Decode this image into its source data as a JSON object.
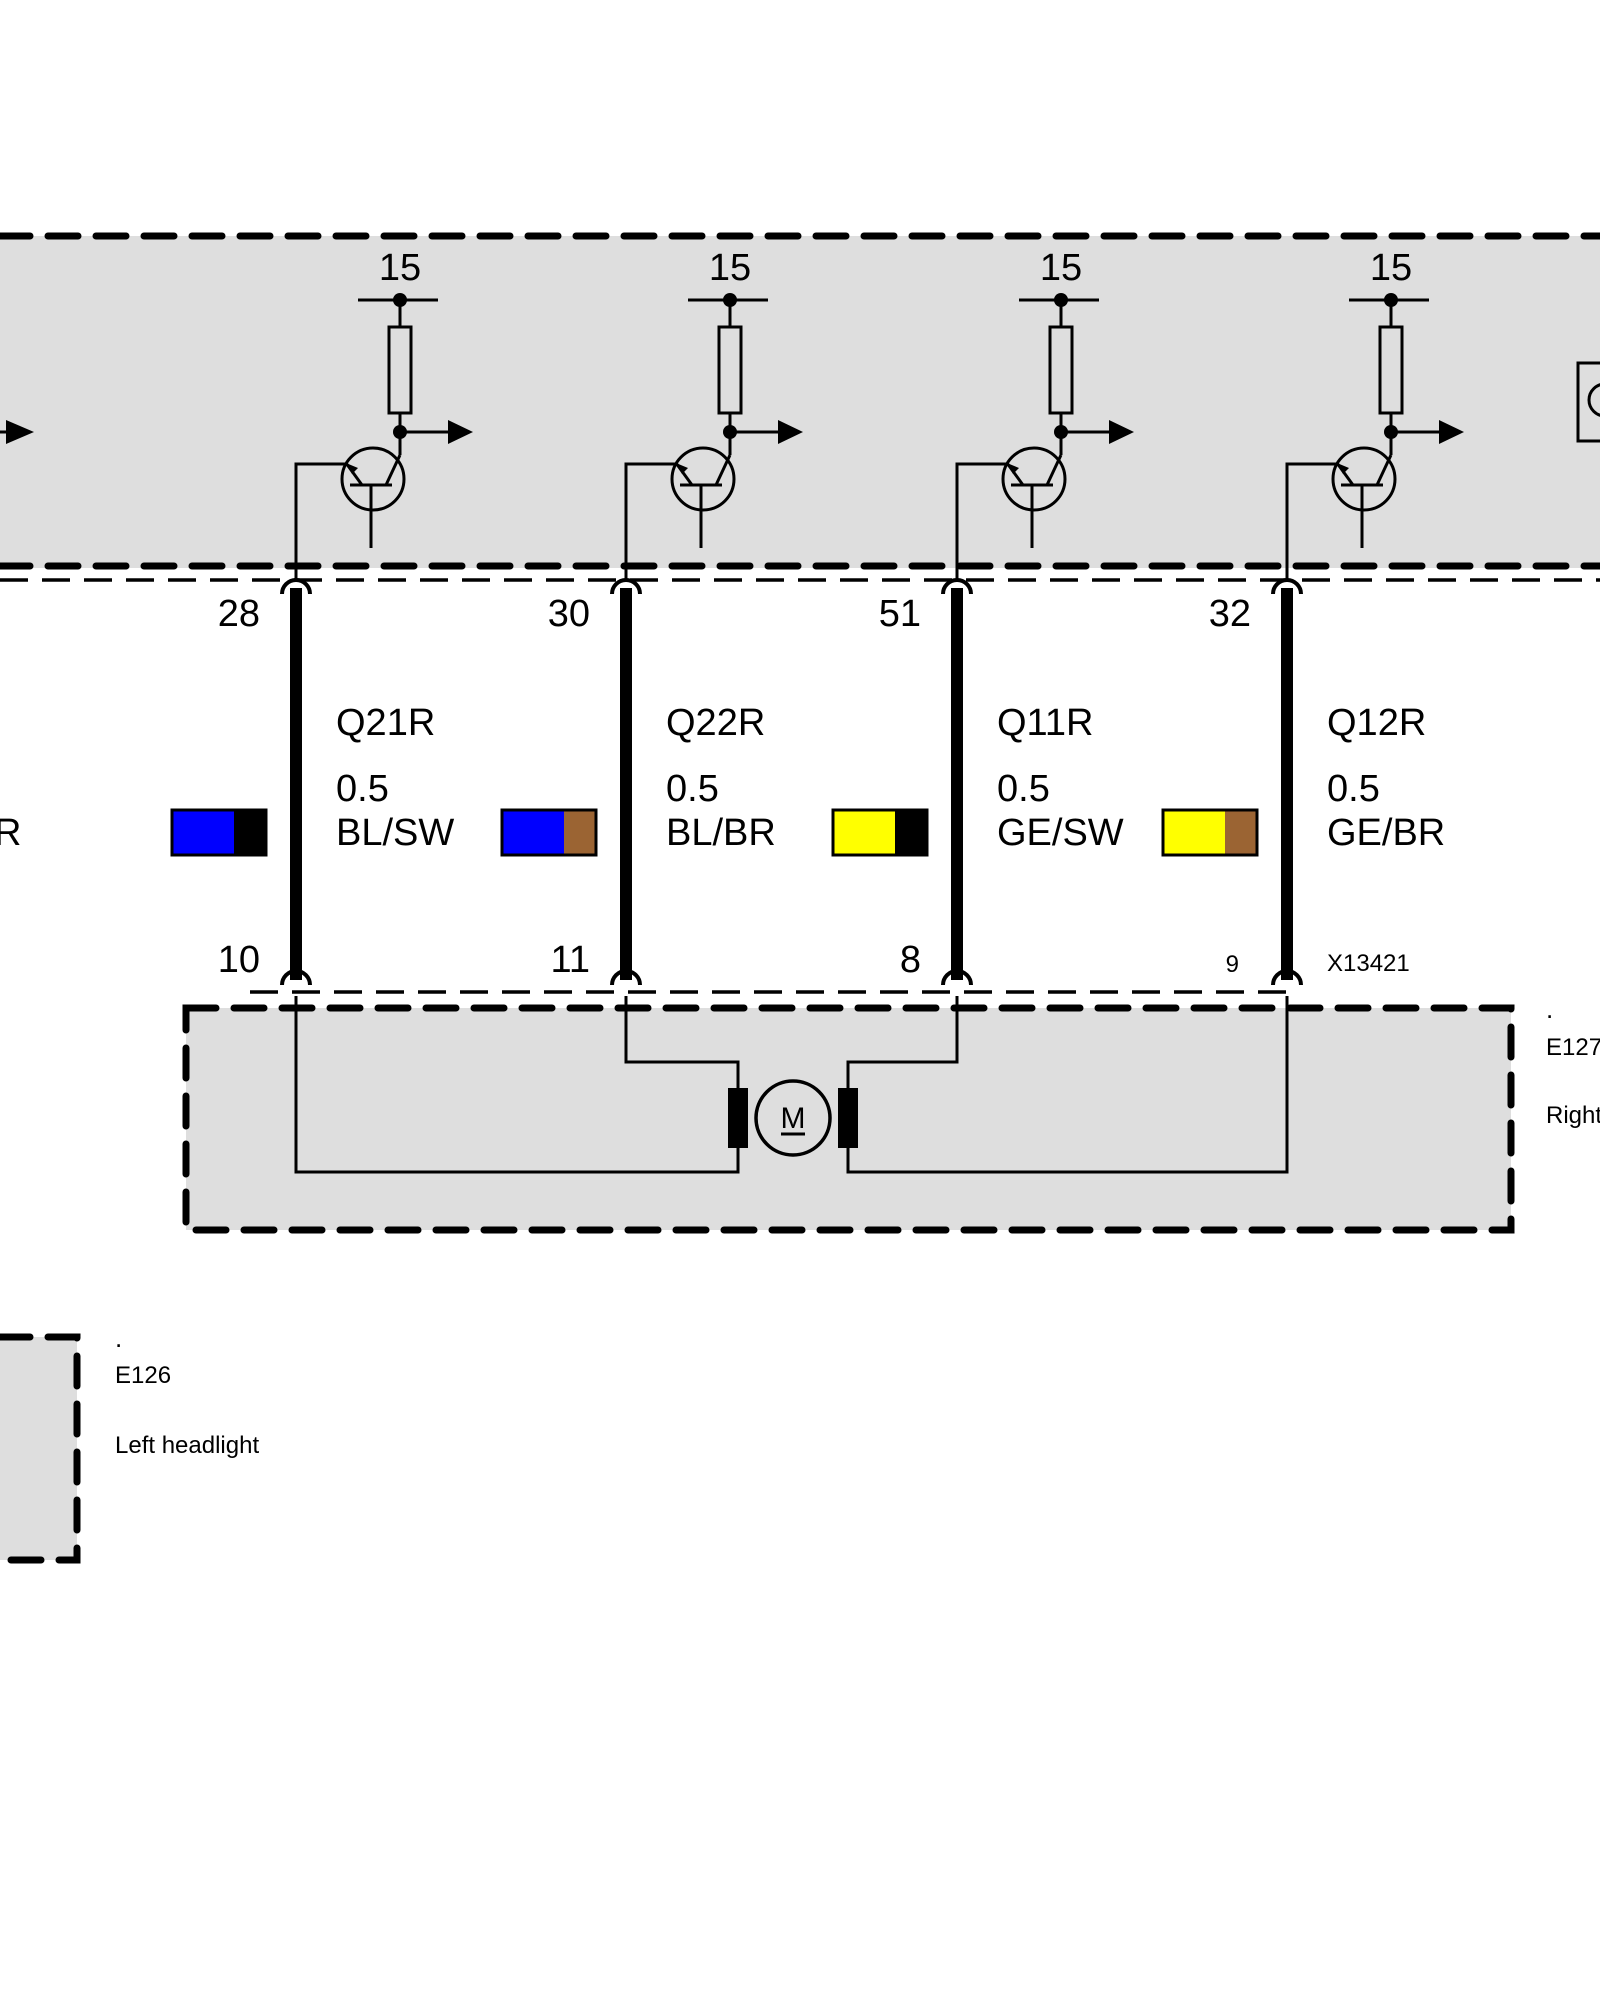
{
  "control_unit": {
    "supply_terminal": "15",
    "channels": [
      {
        "pin_top": "28",
        "pin_bottom": "10",
        "wire_id": "Q21R",
        "gauge": "0.5",
        "color_code": "BL/SW",
        "colors": [
          "#0000ff",
          "#000000"
        ]
      },
      {
        "pin_top": "30",
        "pin_bottom": "11",
        "wire_id": "Q22R",
        "gauge": "0.5",
        "color_code": "BL/BR",
        "colors": [
          "#0000ff",
          "#9b6433"
        ]
      },
      {
        "pin_top": "51",
        "pin_bottom": "8",
        "wire_id": "Q11R",
        "gauge": "0.5",
        "color_code": "GE/SW",
        "colors": [
          "#ffff00",
          "#000000"
        ]
      },
      {
        "pin_top": "32",
        "pin_bottom": "9",
        "wire_id": "Q12R",
        "gauge": "0.5",
        "color_code": "GE/BR",
        "colors": [
          "#ffff00",
          "#9b6433"
        ]
      }
    ],
    "left_partial_label": "R"
  },
  "connector": {
    "id": "X13421"
  },
  "right_headlight": {
    "dot": ".",
    "id": "E127",
    "name": "Right"
  },
  "left_headlight": {
    "dot": ".",
    "id": "E126",
    "name": "Left headlight"
  },
  "motor": {
    "symbol": "M"
  },
  "colors": {
    "box_fill": "#dedede",
    "line": "#000000"
  }
}
